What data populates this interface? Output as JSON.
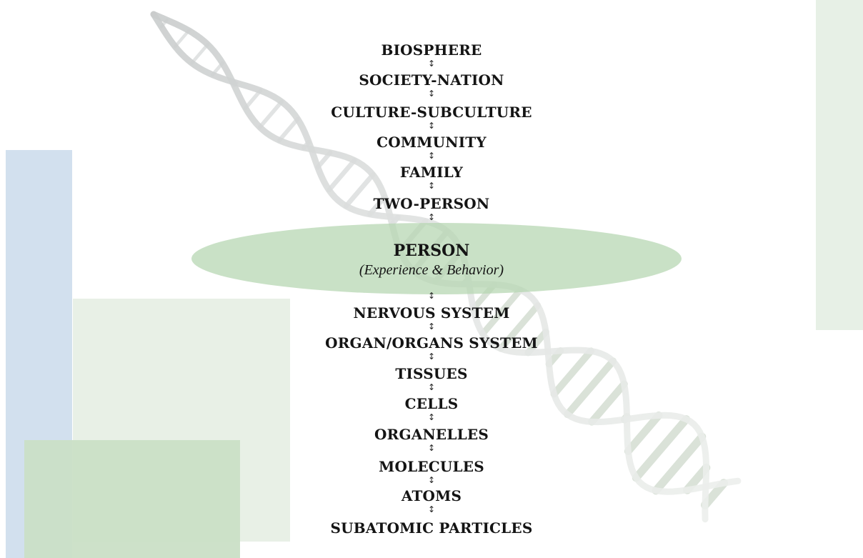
{
  "upper_levels": [
    "BIOSPHERE",
    "SOCIETY-NATION",
    "CULTURE-SUBCULTURE",
    "COMMUNITY",
    "FAMILY",
    "TWO-PERSON"
  ],
  "center": {
    "title": "PERSON",
    "subtitle": "(Experience & Behavior)"
  },
  "lower_levels": [
    "NERVOUS SYSTEM",
    "ORGAN/ORGANS SYSTEM",
    "TISSUES",
    "CELLS",
    "ORGANELLES",
    "MOLECULES",
    "ATOMS",
    "SUBATOMIC PARTICLES"
  ],
  "connector_symbol": "↕",
  "colors": {
    "text": "#141414",
    "ellipse": "#b4d5b0",
    "blue_panel": "#d2e0ee",
    "green_panel": "#cadfc6",
    "helix": "#d9dcdc"
  }
}
